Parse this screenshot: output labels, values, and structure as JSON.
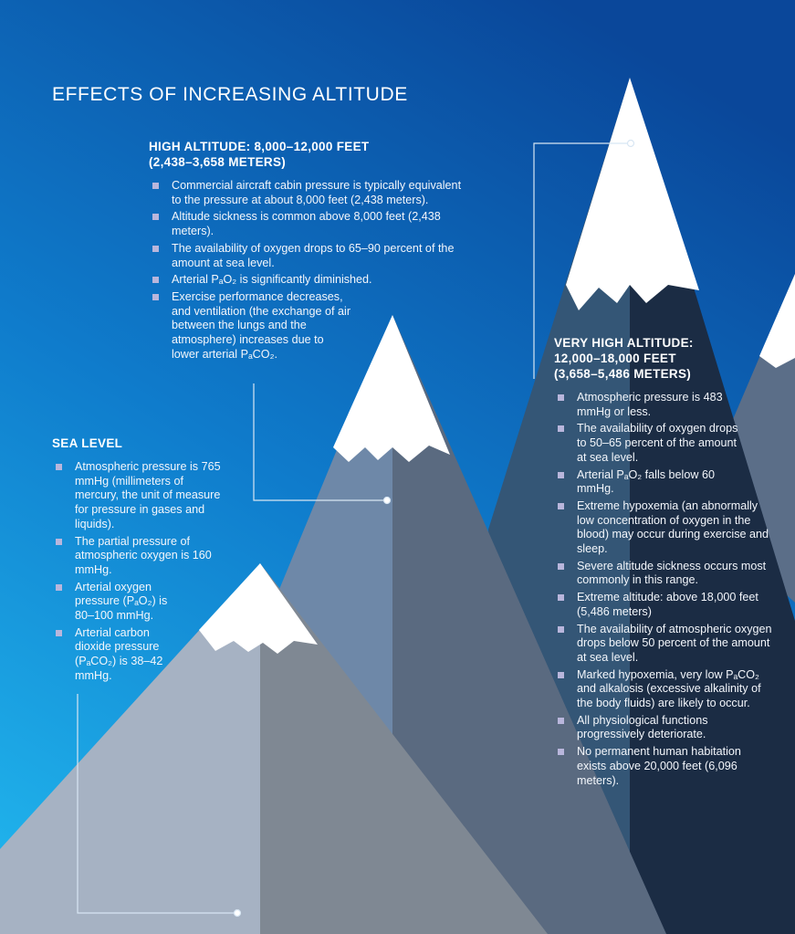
{
  "title": "EFFECTS OF INCREASING ALTITUDE",
  "sections": {
    "high": {
      "heading_line1": "HIGH ALTITUDE: 8,000–12,000 FEET",
      "heading_line2": "(2,438–3,658 METERS)",
      "bullets": [
        "Commercial aircraft cabin pressure is typically equivalent to the pressure at about 8,000 feet (2,438 meters).",
        "Altitude sickness is common above 8,000 feet (2,438 meters).",
        "The availability of oxygen drops to 65–90 percent of the amount at sea level.",
        "Arterial PₐO₂ is significantly diminished.",
        "Exercise performance decreases, and ventilation (the exchange of air between the lungs and the atmosphere) increases due to lower arterial PₐCO₂."
      ]
    },
    "sea": {
      "heading": "SEA LEVEL",
      "bullets": [
        "Atmospheric pressure is 765 mmHg (millimeters of mercury, the unit of measure for pressure in gases and liquids).",
        "The partial pressure of atmospheric oxygen is 160 mmHg.",
        "Arterial oxygen pressure (PₐO₂) is 80–100 mmHg.",
        "Arterial carbon dioxide pressure (PₐCO₂) is 38–42 mmHg."
      ]
    },
    "very": {
      "heading_line1": "VERY HIGH ALTITUDE:",
      "heading_line2": "12,000–18,000 FEET",
      "heading_line3": "(3,658–5,486 METERS)",
      "bullets": [
        "Atmospheric pressure is 483 mmHg or less.",
        "The availability of oxygen drops to 50–65 percent of the amount at sea level.",
        "Arterial PₐO₂ falls below 60 mmHg.",
        "Extreme hypoxemia (an abnormally low concentration of oxygen in the blood) may occur during exercise and sleep.",
        "Severe altitude sickness occurs most commonly in this range.",
        "Extreme altitude: above 18,000 feet (5,486 meters)",
        "The availability of atmospheric oxygen drops below 50 percent of the amount at sea level.",
        "Marked hypoxemia, very low PₐCO₂ and alkalosis (excessive alkalinity of the body fluids) are likely to occur.",
        "All physiological functions progressively deteriorate.",
        "No permanent human habitation exists above 20,000 feet (6,096 meters)."
      ]
    }
  },
  "colors": {
    "sky_top": "#0b4c9c",
    "sky_bottom": "#1aa6e4",
    "bullet": "#b9b6dc"
  }
}
